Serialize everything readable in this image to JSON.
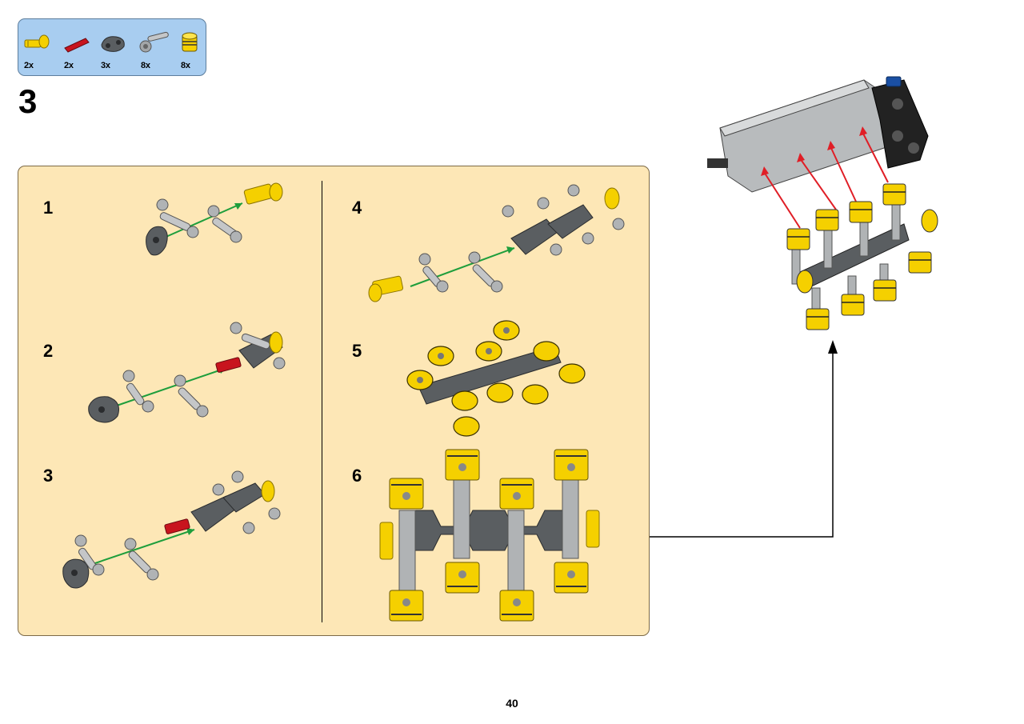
{
  "parts_list": {
    "items": [
      {
        "qty": "2x",
        "icon": "yellow-axle-pin-icon",
        "color": "#f5d000"
      },
      {
        "qty": "2x",
        "icon": "red-axle-icon",
        "color": "#c8141e"
      },
      {
        "qty": "3x",
        "icon": "dark-gray-crank-icon",
        "color": "#5a5e61"
      },
      {
        "qty": "8x",
        "icon": "gray-connecting-rod-icon",
        "color": "#a3a6a8"
      },
      {
        "qty": "8x",
        "icon": "yellow-piston-icon",
        "color": "#f5d000"
      }
    ]
  },
  "step": {
    "number": "3"
  },
  "substeps": [
    {
      "number": "1"
    },
    {
      "number": "2"
    },
    {
      "number": "3"
    },
    {
      "number": "4"
    },
    {
      "number": "5"
    },
    {
      "number": "6"
    }
  ],
  "page": {
    "number": "40"
  },
  "colors": {
    "parts_box_bg": "#a8cdf0",
    "subpanel_bg": "#fde7b6",
    "assembly_arrow": "#1e9e3c",
    "insert_arrow": "#e01e26",
    "piston_yellow": "#f5d000",
    "rod_gray": "#a3a6a8",
    "crank_dark_gray": "#5a5e61"
  }
}
